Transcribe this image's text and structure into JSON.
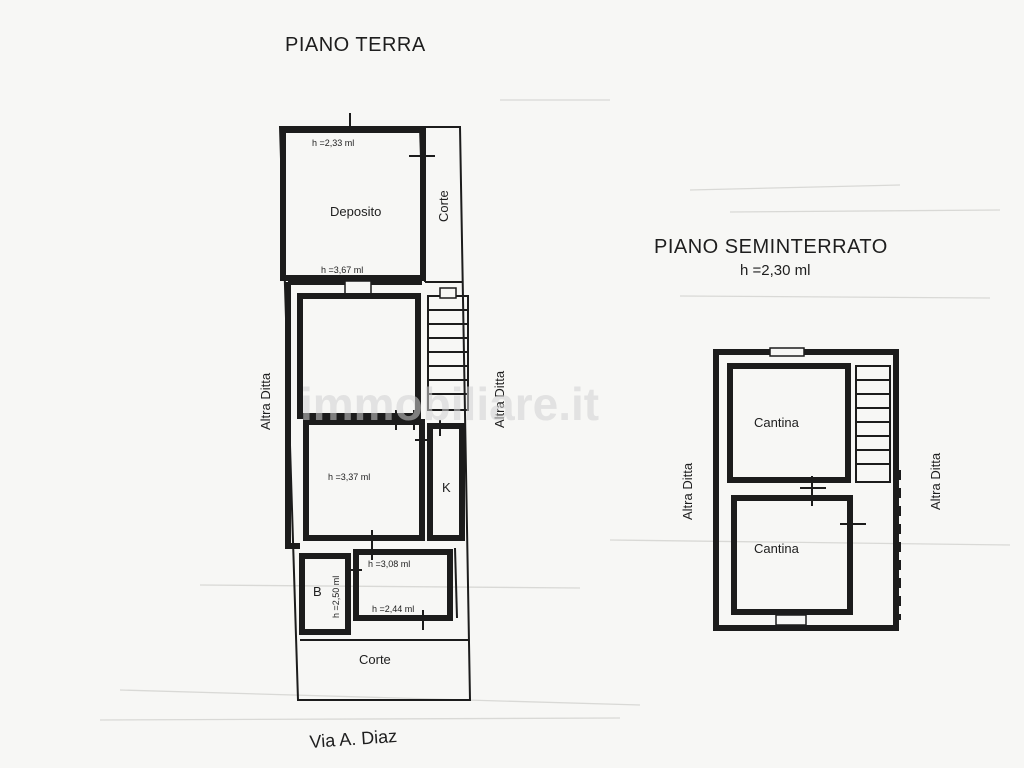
{
  "watermark": "immobiliare.it",
  "piano_terra": {
    "title": "PIANO TERRA",
    "rooms": {
      "deposito": "Deposito",
      "corte_top": "Corte",
      "corte_bottom": "Corte",
      "k": "K",
      "b": "B"
    },
    "heights": {
      "deposito_top": "h =2,33 ml",
      "deposito_bottom": "h =3,67 ml",
      "room_mid": "h =3,37 ml",
      "room_small": "h =3,08 ml",
      "bagno": "h =2,50 ml",
      "antibagno": "h =2,44 ml"
    },
    "side_left": "Altra Ditta",
    "side_right": "Altra Ditta",
    "street": "Via A. Diaz"
  },
  "piano_seminterrato": {
    "title": "PIANO SEMINTERRATO",
    "height": "h =2,30 ml",
    "rooms": {
      "cantina_top": "Cantina",
      "cantina_bottom": "Cantina"
    },
    "side_left": "Altra Ditta",
    "side_right": "Altra Ditta"
  }
}
